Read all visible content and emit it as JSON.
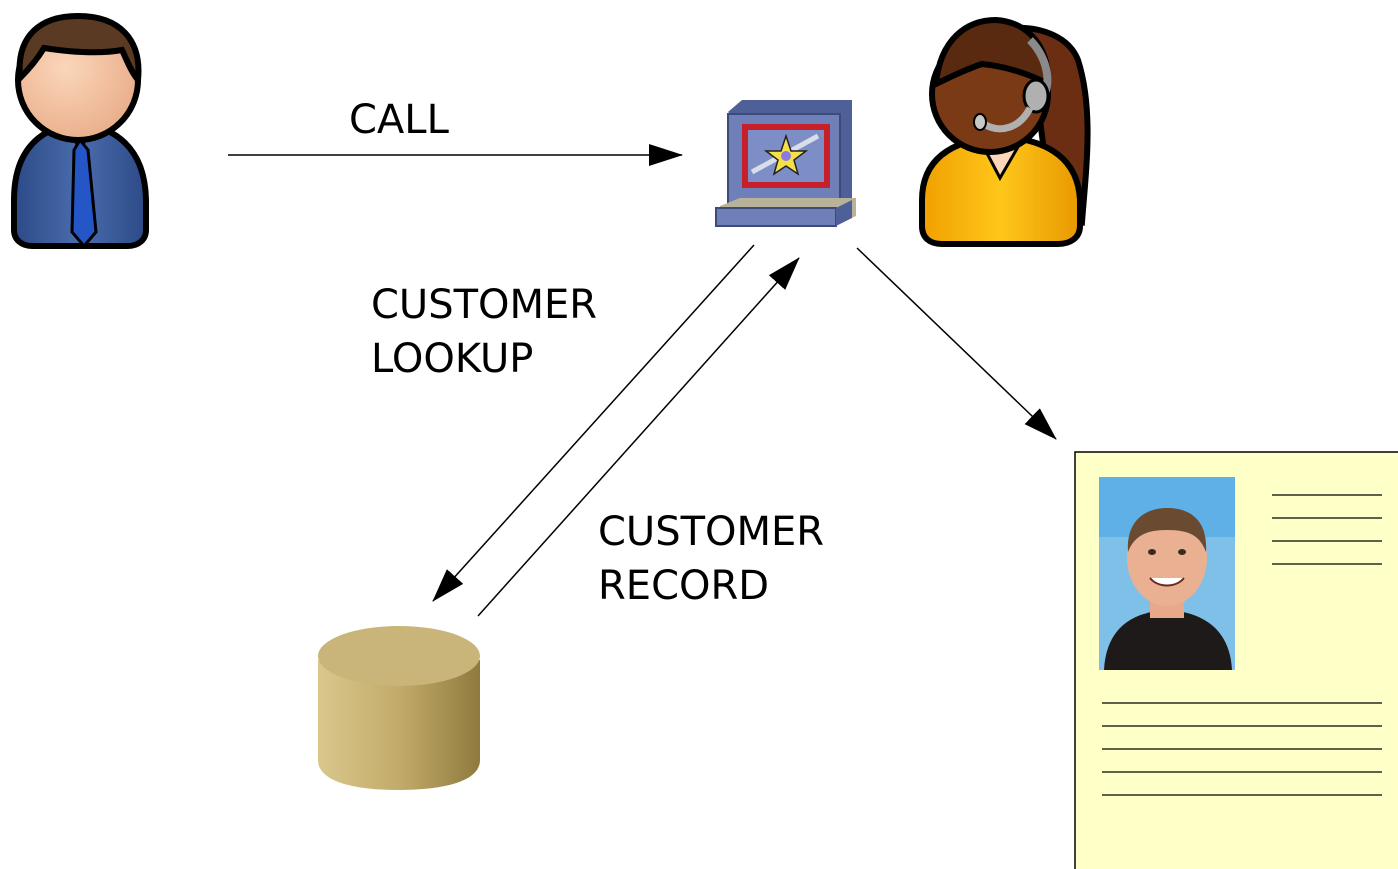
{
  "labels": {
    "call": "CALL",
    "lookup": [
      "CUSTOMER",
      "LOOKUP"
    ],
    "record": [
      "CUSTOMER",
      "RECORD"
    ]
  },
  "colors": {
    "caller_suit": "#3a5c9a",
    "caller_hair": "#5a3a22",
    "skin": "#f3c6a5",
    "agent_shirt": "#f6b20a",
    "terminal": "#6f80b8",
    "terminal_screen_frame": "#c8202a",
    "star": "#f5e04a",
    "database": "#c2ab6a",
    "record_card": "#ffffc8",
    "arrow": "#000000"
  },
  "icons": {
    "caller": "caller-person-icon",
    "agent": "call-center-agent-icon",
    "terminal": "computer-terminal-icon",
    "database": "database-cylinder-icon",
    "record": "customer-record-card-icon"
  }
}
